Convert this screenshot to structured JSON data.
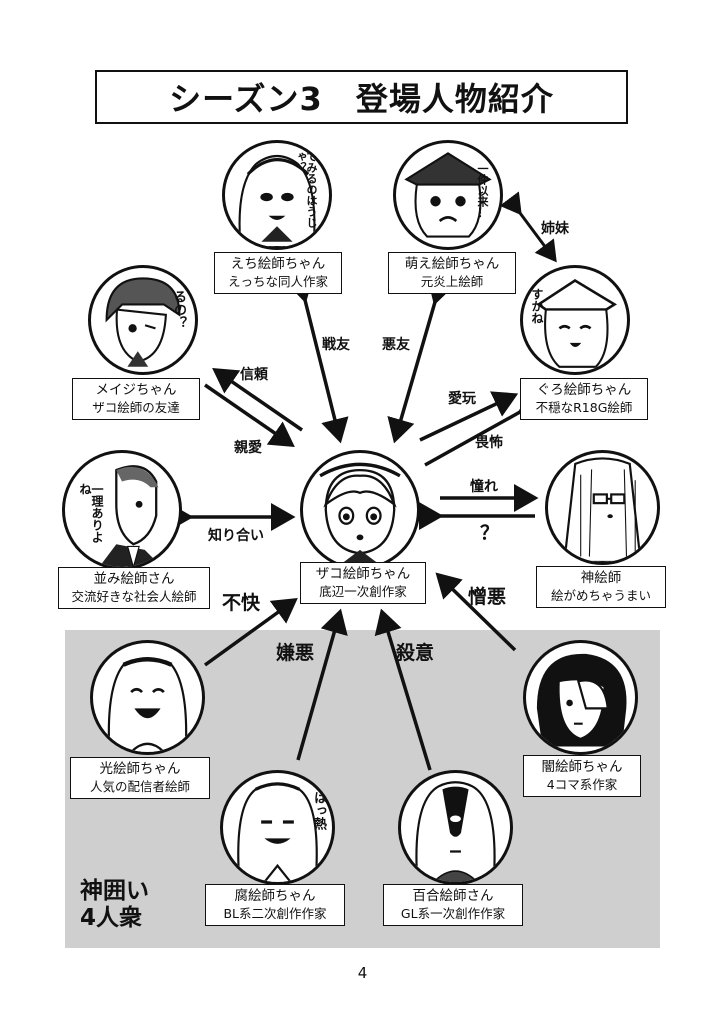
{
  "title": "シーズン3　登場人物紹介",
  "characters": [
    {
      "id": "echi",
      "name": "えち絵師ちゃん",
      "desc": "えっちな同人作家"
    },
    {
      "id": "moe",
      "name": "萌え絵師ちゃん",
      "desc": "元炎上絵師"
    },
    {
      "id": "meiji",
      "name": "メイジちゃん",
      "desc": "ザコ絵師の友達"
    },
    {
      "id": "guro",
      "name": "ぐろ絵師ちゃん",
      "desc": "不穏なR18G絵師"
    },
    {
      "id": "nami",
      "name": "並み絵師さん",
      "desc": "交流好きな社会人絵師"
    },
    {
      "id": "zako",
      "name": "ザコ絵師ちゃん",
      "desc": "底辺一次創作家"
    },
    {
      "id": "kami",
      "name": "神絵師",
      "desc": "絵がめちゃうまい"
    },
    {
      "id": "hikari",
      "name": "光絵師ちゃん",
      "desc": "人気の配信者絵師"
    },
    {
      "id": "yami",
      "name": "闇絵師ちゃん",
      "desc": "4コマ系作家"
    },
    {
      "id": "fu",
      "name": "腐絵師ちゃん",
      "desc": "BL系二次創作作家"
    },
    {
      "id": "yuri",
      "name": "百合絵師さん",
      "desc": "GL系一次創作作家"
    }
  ],
  "relations": {
    "sisters": "姉妹",
    "senyu": "戦友",
    "akuyu": "悪友",
    "shinrai": "信頼",
    "shinai": "親愛",
    "aigan": "愛玩",
    "ifu": "畏怖",
    "akogare": "憧れ",
    "question": "？",
    "shiriai": "知り合い",
    "fukai": "不快",
    "keno": "嫌悪",
    "satsui": "殺意",
    "zouo": "憎悪"
  },
  "speech": {
    "echi": "でみるのはうじゃ？",
    "moe": "一件以来…",
    "meiji": "るの？",
    "guro": "すかね",
    "nami": "一理ありよね",
    "fu": "はっ熱"
  },
  "group_label": [
    "神囲い",
    "4人衆"
  ],
  "page_number": "4"
}
